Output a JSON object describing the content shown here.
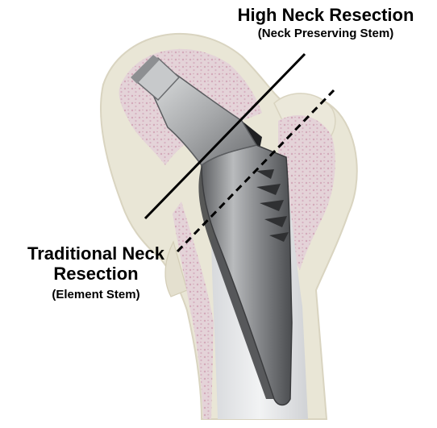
{
  "labels": {
    "high": {
      "title": "High Neck Resection",
      "subtitle": "(Neck Preserving Stem)"
    },
    "traditional": {
      "title_line1": "Traditional Neck",
      "title_line2": "Resection",
      "subtitle": "(Element Stem)"
    }
  },
  "colors": {
    "bone_cortex": "#e9e6d6",
    "bone_marrow": "#e2cfd6",
    "implant_metal": "#9a9c9e",
    "implant_dark": "#2e2f31",
    "line": "#000000"
  },
  "lines": {
    "high_resection": "solid",
    "traditional_resection": "dashed"
  }
}
